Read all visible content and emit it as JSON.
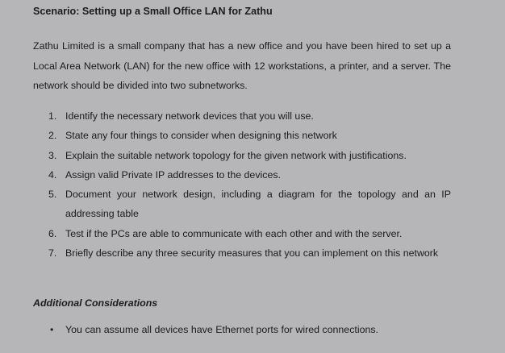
{
  "document": {
    "title": "Scenario: Setting up a Small Office LAN for Zathu",
    "intro": "Zathu Limited is a small company that has a new office and you have been hired to set up a Local Area Network (LAN) for the new office with 12 workstations, a printer, and a server. The network should be divided into two subnetworks.",
    "tasks": [
      {
        "number": "1.",
        "text": "Identify the necessary network devices that you will use."
      },
      {
        "number": "2.",
        "text": "State any four things to consider when designing this network"
      },
      {
        "number": "3.",
        "text": "Explain the suitable network topology for the given network with justifications."
      },
      {
        "number": "4.",
        "text": "Assign valid Private IP addresses to the devices."
      },
      {
        "number": "5.",
        "text": "Document your network design, including a diagram for the topology and an IP addressing table"
      },
      {
        "number": "6.",
        "text": "Test if the PCs are able to communicate with each other and with the server."
      },
      {
        "number": "7.",
        "text": "Briefly describe any three security measures that you can implement on this network"
      }
    ],
    "additional_heading": "Additional Considerations",
    "additional_items": [
      {
        "bullet": "•",
        "text": "You can assume all devices have Ethernet ports for wired connections."
      }
    ]
  }
}
